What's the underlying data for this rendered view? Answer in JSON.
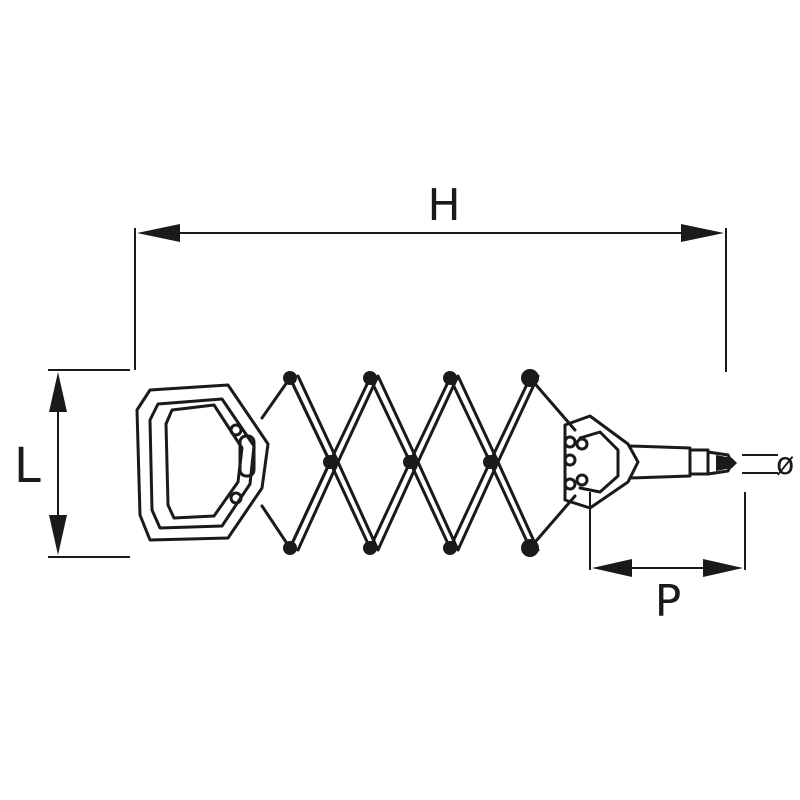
{
  "dimensions": {
    "height_label": "H",
    "length_label": "L",
    "pitch_label": "P",
    "diameter_label": "ø"
  },
  "colors": {
    "stroke": "#1a1a1a",
    "background": "#ffffff"
  }
}
